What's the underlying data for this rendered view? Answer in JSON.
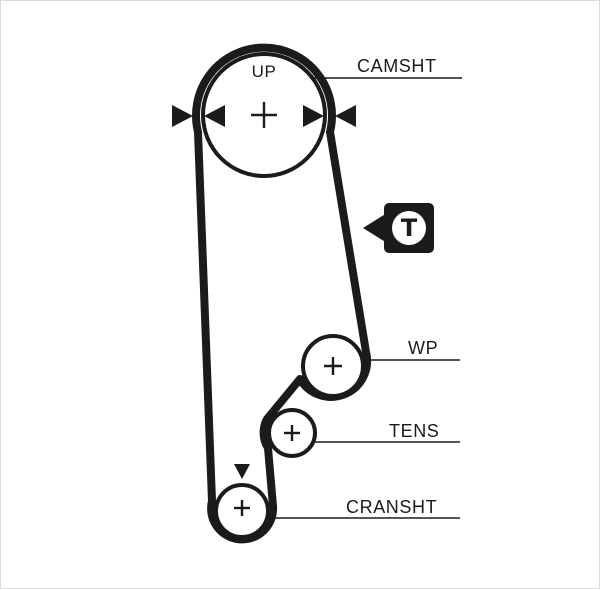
{
  "colors": {
    "background": "#ffffff",
    "ink": "#1b1b1b",
    "frame": "#dadada"
  },
  "diagram": {
    "camshaft": {
      "direction_mark": "UP",
      "label": "CAMSHT"
    },
    "water_pump": {
      "label": "WP"
    },
    "tensioner": {
      "label": "TENS"
    },
    "crankshaft": {
      "label": "CRANSHT"
    },
    "tension_tool_badge": {
      "letter": "T"
    },
    "icons": {
      "alignment-arrow-icon": "▶",
      "crank-timing-mark-icon": "▼",
      "tension-tool-arrow-icon": "◀"
    }
  }
}
